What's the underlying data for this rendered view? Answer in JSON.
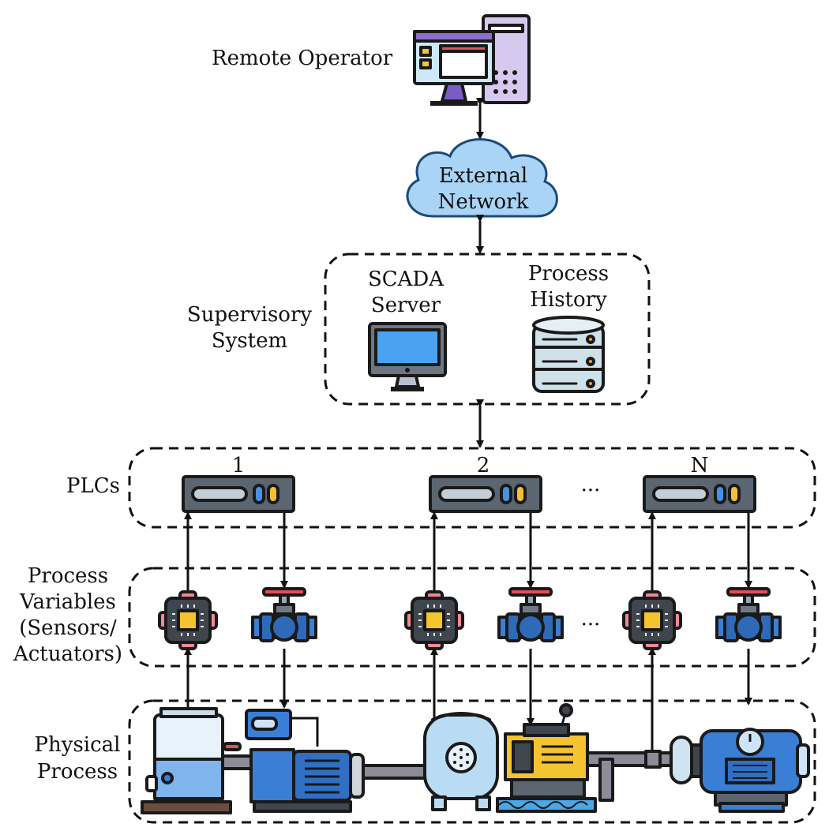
{
  "labels": {
    "remote_operator": "Remote Operator",
    "external_network_line1": "External",
    "external_network_line2": "Network",
    "scada_line1": "SCADA",
    "scada_line2": "Server",
    "history_line1": "Process",
    "history_line2": "History",
    "supervisory_line1": "Supervisory",
    "supervisory_line2": "System",
    "plcs": "PLCs",
    "plc_ids": [
      "1",
      "2",
      "N"
    ],
    "ellipsis": "···",
    "pv_line1": "Process",
    "pv_line2": "Variables",
    "pv_line3": "(Sensors/",
    "pv_line4": "Actuators)",
    "physical_line1": "Physical",
    "physical_line2": "Process"
  },
  "icons": {
    "remote_operator": "workstation-icon",
    "network": "cloud-icon",
    "scada": "monitor-icon",
    "history": "database-icon",
    "plc": "plc-rack-icon",
    "sensor": "sensor-chip-icon",
    "actuator": "valve-icon",
    "tank": "tank-icon",
    "motor_pump": "motor-pump-icon",
    "vessel": "pressure-vessel-icon",
    "generator": "generator-icon",
    "electric_motor": "electric-motor-icon"
  },
  "colors": {
    "outline": "#1a1a1a",
    "cloud": "#a9d4f5",
    "plc_body": "#5e6a75",
    "blue": "#3a7fd5",
    "yellow": "#f4c430",
    "red": "#e0505a",
    "pink": "#f08a94"
  }
}
